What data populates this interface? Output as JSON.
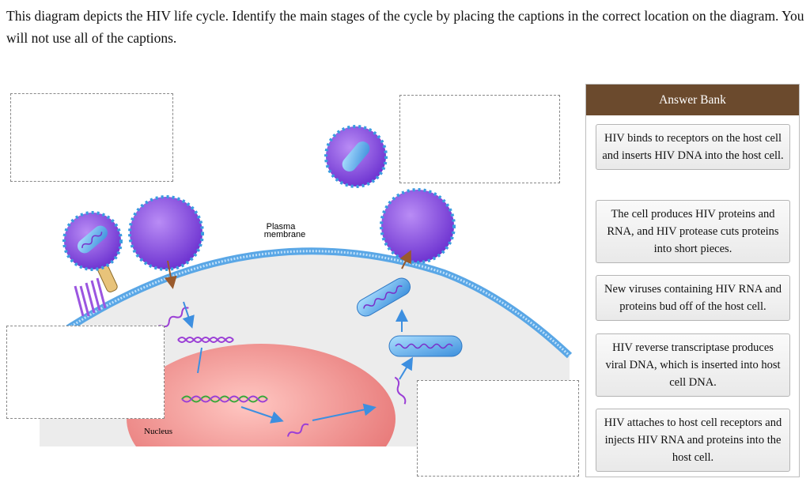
{
  "instructions": "This diagram depicts the HIV life cycle. Identify the main stages of the cycle by placing the captions in the correct location on the diagram. You will not use all of the captions.",
  "diagram": {
    "plasma_membrane_label_1": "Plasma",
    "plasma_membrane_label_2": "membrane",
    "nucleus_label": "Nucleus",
    "colors": {
      "virus": "#8a4fe0",
      "membrane": "#5aa7e6",
      "nucleus": "#f08a8a",
      "cytoplasm": "#ededed",
      "arrow": "#3d8fe0",
      "rna": "#9b3fd6",
      "dna_green": "#3aa83a"
    }
  },
  "answer_bank": {
    "title": "Answer Bank",
    "captions": [
      "HIV binds to receptors on the host cell and inserts HIV DNA into the host cell.",
      "The cell produces HIV proteins and RNA, and HIV protease cuts proteins into short pieces.",
      "New viruses containing HIV RNA and proteins bud off of the host cell.",
      "HIV reverse transcriptase produces viral DNA, which is inserted into host cell DNA.",
      "HIV attaches to host cell receptors and injects HIV RNA and proteins into the host cell."
    ]
  }
}
